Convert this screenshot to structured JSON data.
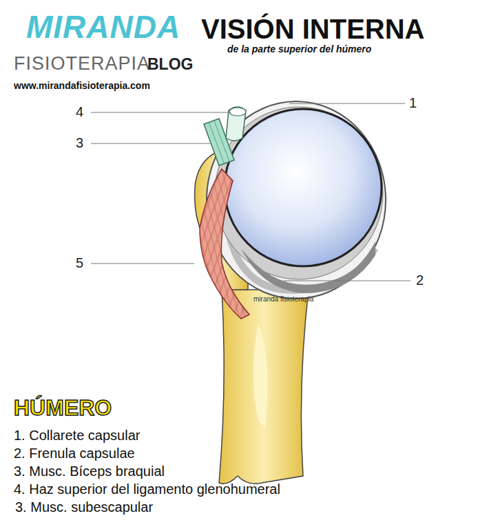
{
  "diagram": {
    "title": "VISIÓN INTERNA",
    "labels": [
      "MIRANDA",
      "FISIOTERAPIA",
      "BLOG",
      "www.mirandafisioterapia.com",
      "de la parte superior del húmero",
      "1",
      "4",
      "3",
      "5",
      "2",
      "miranda fisioterapia",
      "HÚMERO",
      "1. Collarete capsular",
      "2. Frenula capsulae",
      "3. Musc. Bíceps braquial",
      "4. Haz superior del ligamento glenohumeral",
      "3. Musc. subescapular"
    ]
  }
}
